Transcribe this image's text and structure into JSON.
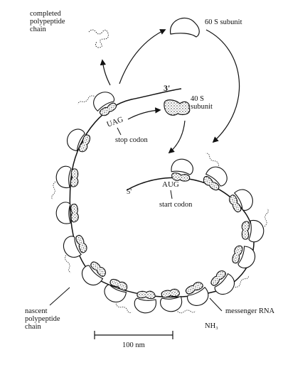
{
  "labels": {
    "completed_chain": "completed\npolypeptide\nchain",
    "sixty_s": "60 S subunit",
    "three_prime": "3'",
    "forty_s": "40 S\nsubunit",
    "uag": "UAG",
    "stop_codon": "stop codon",
    "five_prime": "5'",
    "aug": "AUG",
    "start_codon": "start codon",
    "nascent_chain": "nascent\npolypeptide\nchain",
    "messenger_rna": "messenger RNA",
    "nh3": "NH₃",
    "scale_bar": "100 nm"
  },
  "colors": {
    "ink": "#111111",
    "stipple": "#555555"
  }
}
